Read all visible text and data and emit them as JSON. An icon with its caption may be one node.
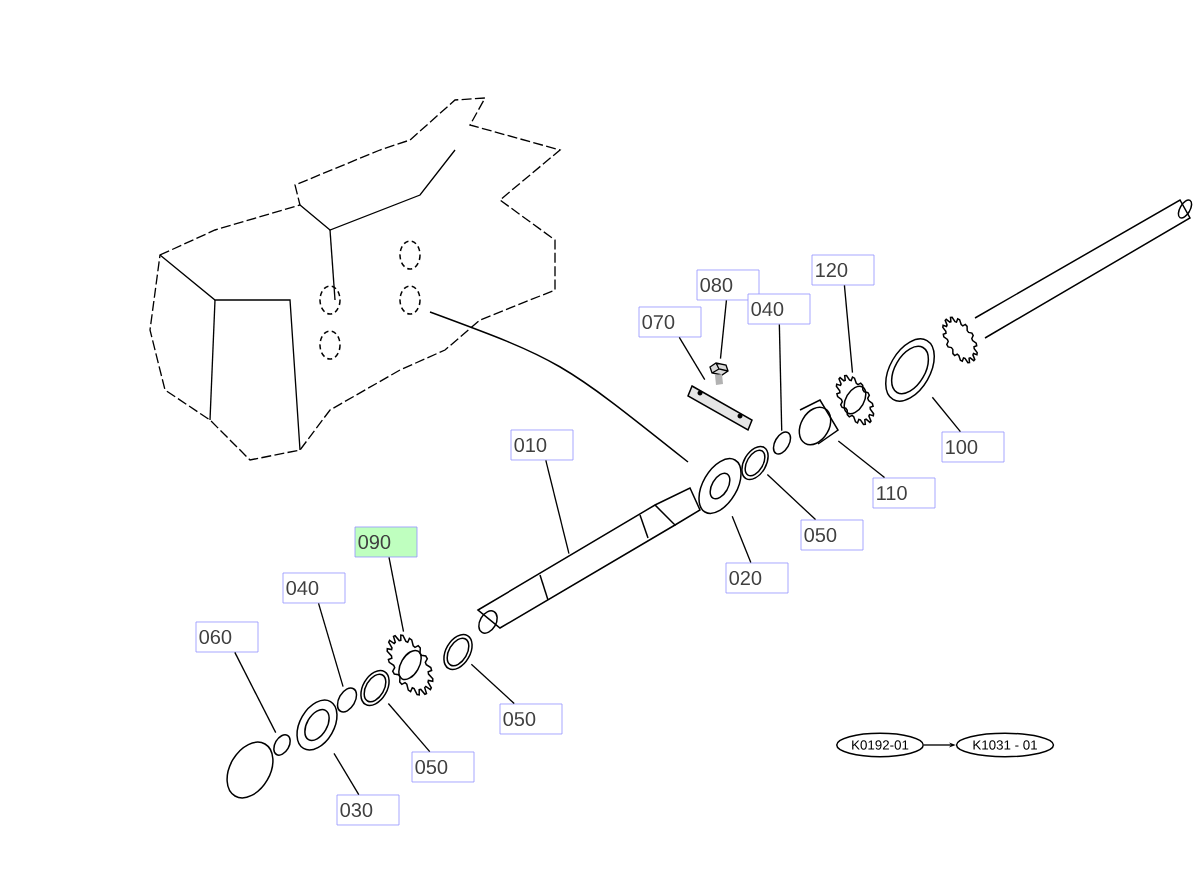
{
  "diagram": {
    "nodes": [
      {
        "text": [
          "120"
        ]
      },
      {
        "text": [
          "080"
        ]
      },
      {
        "text": [
          "040"
        ]
      },
      {
        "text": [
          "070"
        ]
      },
      {
        "text": [
          "010"
        ]
      },
      {
        "text": [
          "100"
        ]
      },
      {
        "text": [
          "110"
        ]
      },
      {
        "text": [
          "050"
        ]
      },
      {
        "text": [
          "090"
        ]
      },
      {
        "text": [
          "020"
        ]
      },
      {
        "text": [
          "040"
        ]
      },
      {
        "text": [
          "060"
        ]
      },
      {
        "text": [
          "050"
        ]
      },
      {
        "text": [
          "K0192-01"
        ]
      },
      {
        "text": [
          "K1031 - 01"
        ]
      },
      {
        "text": [
          "050"
        ]
      },
      {
        "text": [
          "030"
        ]
      },
      {
        "text": [],
        "shape": "picture"
      },
      {
        "text": [],
        "shape": "picture"
      },
      {
        "text": [],
        "shape": "picture"
      },
      {
        "text": [],
        "shape": "picture"
      },
      {
        "text": [],
        "shape": "picture"
      },
      {
        "text": [],
        "shape": "picture"
      },
      {
        "text": [],
        "shape": "picture"
      },
      {
        "text": [],
        "shape": "picture"
      },
      {
        "text": [],
        "shape": "picture"
      },
      {
        "text": [],
        "shape": "picture"
      },
      {
        "text": [],
        "shape": "picture"
      },
      {
        "text": [],
        "shape": "picture"
      },
      {
        "text": [],
        "shape": "picture"
      },
      {
        "text": [],
        "shape": "picture"
      },
      {
        "text": [],
        "shape": "picture"
      }
    ],
    "edges": [
      {
        "from": 0,
        "to": 30,
        "arrow": "none"
      },
      {
        "from": 1,
        "to": 24,
        "arrow": "none"
      },
      {
        "from": 2,
        "to": 28,
        "arrow": "none"
      },
      {
        "from": 3,
        "to": 25,
        "arrow": "none"
      },
      {
        "from": 4,
        "to": 23,
        "arrow": "none"
      },
      {
        "from": 5,
        "to": 31,
        "arrow": "none"
      },
      {
        "from": 6,
        "to": 29,
        "arrow": "none"
      },
      {
        "from": 7,
        "to": 27,
        "arrow": "none"
      },
      {
        "from": 8,
        "to": 21,
        "arrow": "none"
      },
      {
        "from": 9,
        "to": 26,
        "arrow": "none"
      },
      {
        "from": 10,
        "to": 19,
        "arrow": "none"
      },
      {
        "from": 11,
        "to": 17,
        "arrow": "none"
      },
      {
        "from": 12,
        "to": 22,
        "arrow": "none"
      },
      {
        "from": 13,
        "to": 14,
        "arrow": "to"
      },
      {
        "from": 15,
        "to": 20,
        "arrow": "none"
      },
      {
        "from": 16,
        "to": 18,
        "arrow": "none"
      }
    ]
  }
}
